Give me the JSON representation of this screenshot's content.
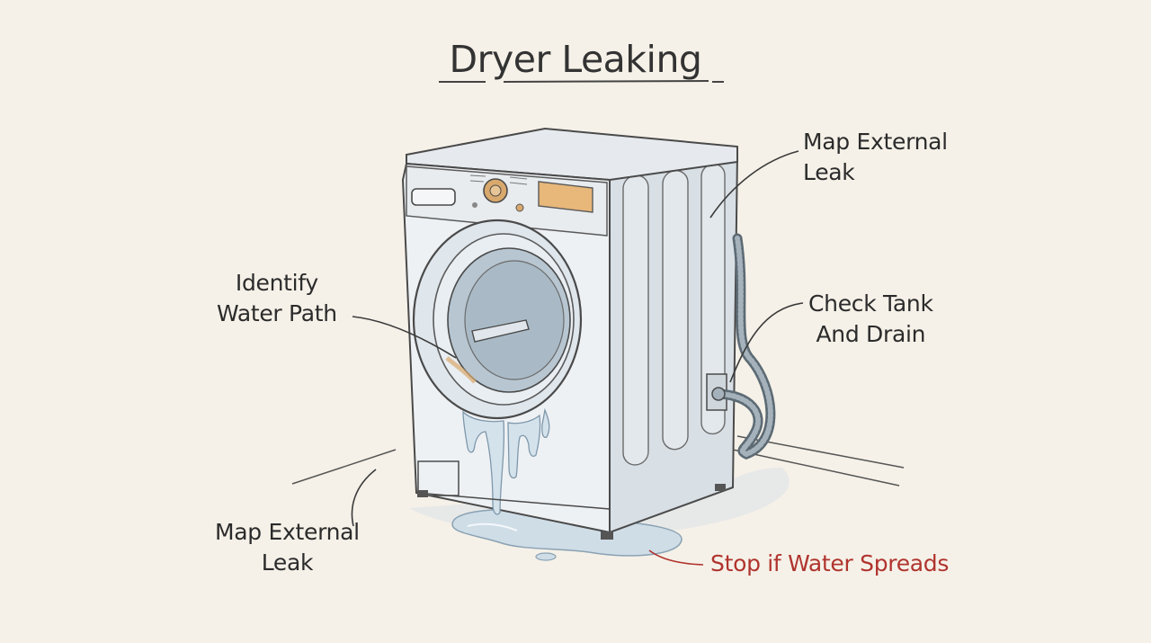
{
  "title": "Dryer Leaking",
  "labels": {
    "top_right": [
      "Map External",
      "Leak"
    ],
    "left_mid": [
      "Identify",
      "Water Path"
    ],
    "right_mid": [
      "Check Tank",
      "And Drain"
    ],
    "bottom_left": [
      "Map External",
      "Leak"
    ],
    "warning": "Stop if Water Spreads"
  },
  "colors": {
    "background": "#f5f1e8",
    "ink": "#2b2b2b",
    "machine_body": "#e9edf0",
    "machine_side": "#d8dfe5",
    "control_panel_display": "#e8b77a",
    "knob": "#d9a86c",
    "water": "#c9dbe6",
    "warning_text": "#b0342e"
  },
  "icons": {
    "machine": "washing-machine-illustration",
    "hose": "drain-hose-icon",
    "puddle": "water-puddle-icon"
  }
}
